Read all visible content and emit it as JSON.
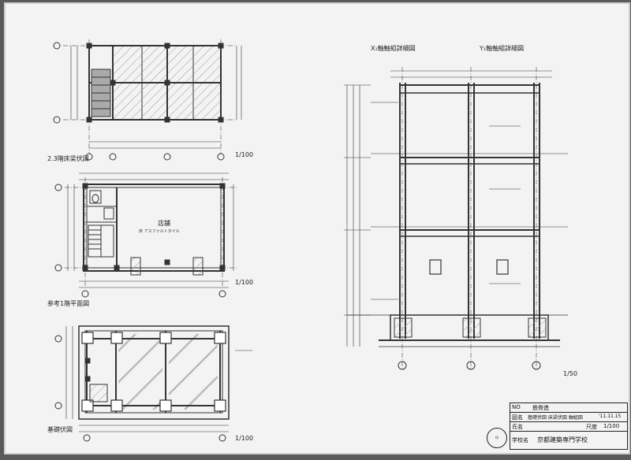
{
  "drawings": {
    "upper_floor_beam_plan": {
      "label": "2.3階床梁伏図",
      "scale": "1/100"
    },
    "ground_floor_plan": {
      "label": "参考1階平面図",
      "scale": "1/100",
      "room_label": "店舗",
      "room_note": "床 アスファルトタイル"
    },
    "foundation_plan": {
      "label": "基礎伏図",
      "scale": "1/100"
    },
    "x_axis_detail": {
      "label": "X₁軸軸組詳細図"
    },
    "y_axis_detail": {
      "label": "Y₁軸軸組詳細図"
    },
    "frame_scale": "1/50"
  },
  "title_block": {
    "no_label": "NO",
    "no_value": "",
    "structure_label": "鉄骨造",
    "drawing_label": "図名",
    "drawing_name": "基礎伏図 床梁伏図 軸組図",
    "date_value": "'11.11.15",
    "class_label": "氏名",
    "class_value": "",
    "scale_label": "尺度",
    "scale_value": "1/100",
    "school_label": "学校名",
    "school_value": "京都建築専門学校"
  }
}
